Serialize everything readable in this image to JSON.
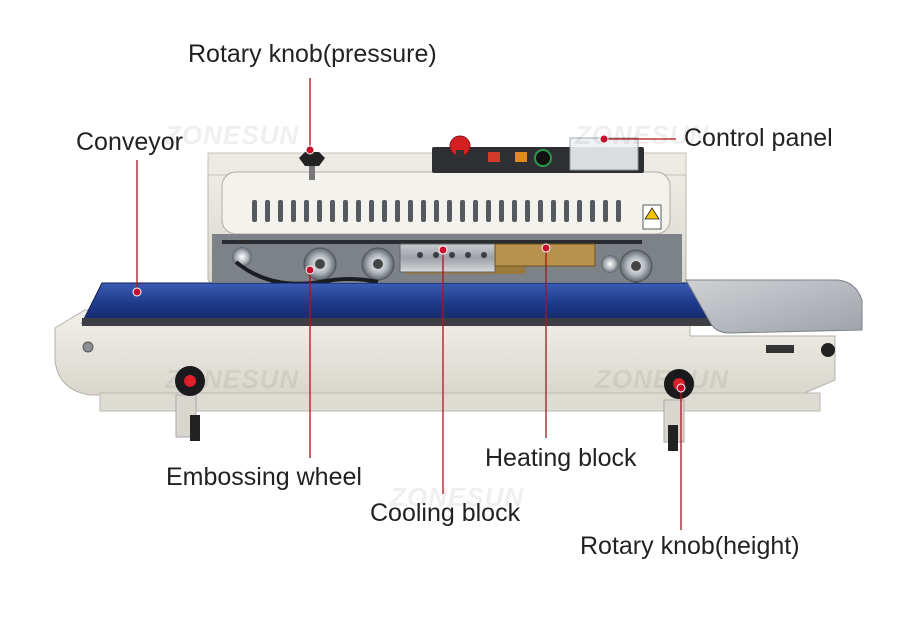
{
  "labels": {
    "rotary_knob_pressure": "Rotary knob(pressure)",
    "conveyor": "Conveyor",
    "control_panel": "Control panel",
    "embossing_wheel": "Embossing wheel",
    "heating_block": "Heating block",
    "cooling_block": "Cooling block",
    "rotary_knob_height": "Rotary knob(height)"
  },
  "watermark": "ZONESUN",
  "colors": {
    "leader_line": "#b0131e",
    "dot": "#c8102e",
    "belt": "#1f3a8a",
    "body": "#e9e7e0",
    "emergency_stop": "#d42020"
  }
}
